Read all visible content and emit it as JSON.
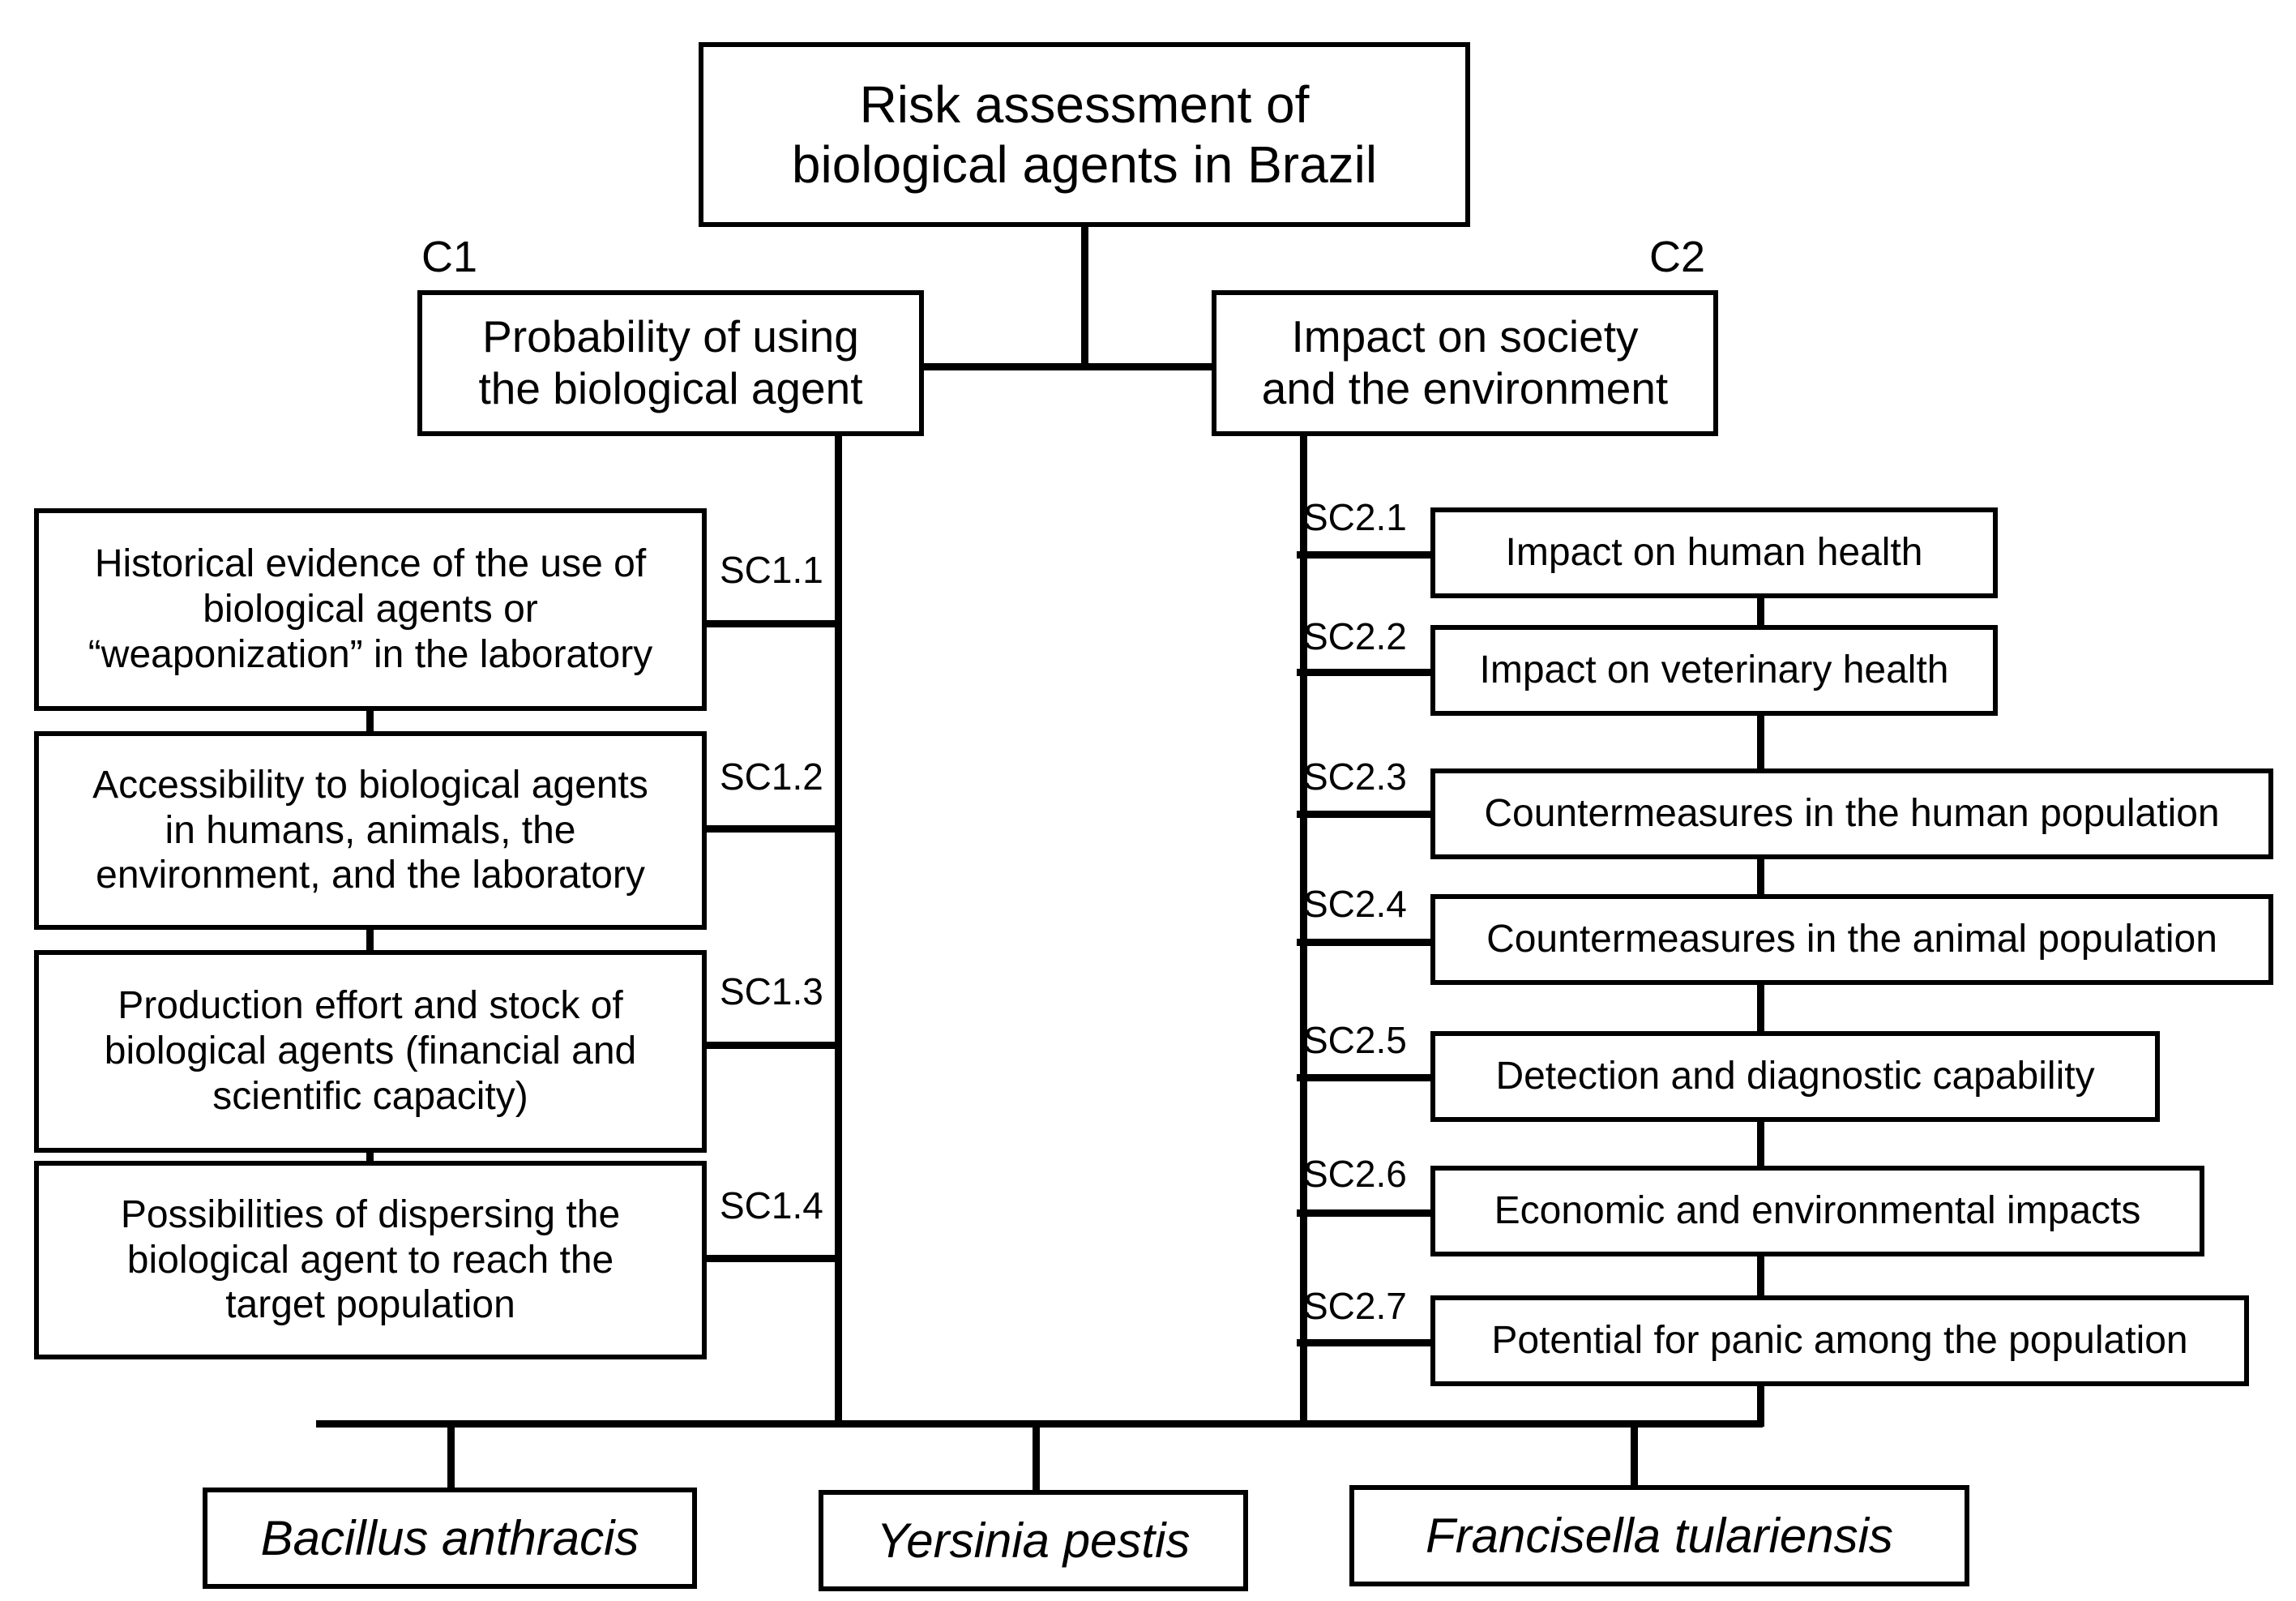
{
  "diagram": {
    "title": "Risk assessment of\nbiological agents in Brazil",
    "criteria": [
      {
        "tag": "C1",
        "label": "Probability of using\nthe biological agent"
      },
      {
        "tag": "C2",
        "label": "Impact on society\nand the environment"
      }
    ],
    "sub_criteria_c1": [
      {
        "tag": "SC1.1",
        "label": "Historical evidence of the use of\nbiological agents or\n“weaponization” in the laboratory"
      },
      {
        "tag": "SC1.2",
        "label": "Accessibility to biological agents\nin humans, animals, the\nenvironment, and the laboratory"
      },
      {
        "tag": "SC1.3",
        "label": "Production effort and stock of\nbiological agents (financial and\nscientific capacity)"
      },
      {
        "tag": "SC1.4",
        "label": "Possibilities of dispersing the\nbiological agent to reach the\ntarget population"
      }
    ],
    "sub_criteria_c2": [
      {
        "tag": "SC2.1",
        "label": "Impact on human health"
      },
      {
        "tag": "SC2.2",
        "label": "Impact on veterinary health"
      },
      {
        "tag": "SC2.3",
        "label": "Countermeasures in the human population"
      },
      {
        "tag": "SC2.4",
        "label": "Countermeasures in the animal population"
      },
      {
        "tag": "SC2.5",
        "label": "Detection and diagnostic capability"
      },
      {
        "tag": "SC2.6",
        "label": "Economic and environmental impacts"
      },
      {
        "tag": "SC2.7",
        "label": "Potential for panic among the population"
      }
    ],
    "agents": [
      {
        "label": "Bacillus anthracis"
      },
      {
        "label": "Yersinia pestis"
      },
      {
        "label": "Francisella tulariensis"
      }
    ],
    "colors": {
      "line": "#000000",
      "box_fill": "#ffffff",
      "text": "#000000"
    }
  }
}
